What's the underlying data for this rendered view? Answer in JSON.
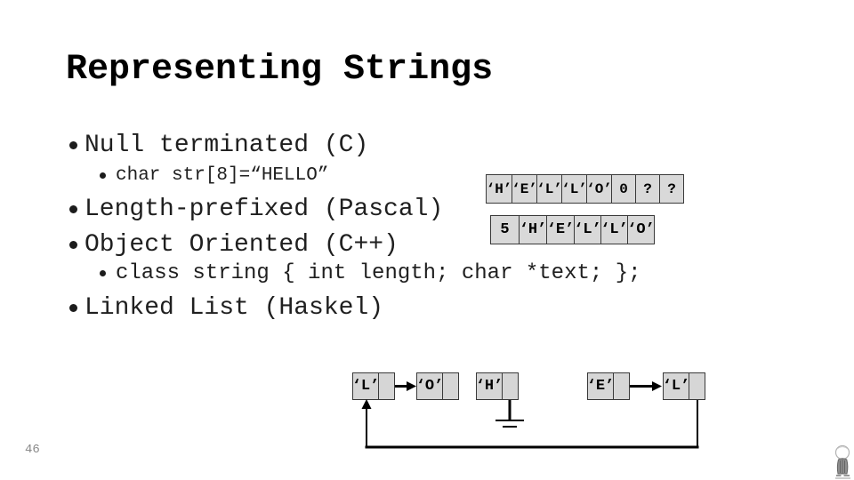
{
  "slide": {
    "title": "Representing Strings",
    "page_number": "46",
    "bullets": [
      {
        "level": 1,
        "text": "Null terminated (C)"
      },
      {
        "level": 2,
        "text": "char str[8]=“HELLO”"
      },
      {
        "level": 1,
        "text": "Length-prefixed (Pascal)"
      },
      {
        "level": 1,
        "text": "Object Oriented (C++)"
      },
      {
        "level": 2,
        "text": "class string { int length; char *text; }; "
      },
      {
        "level": 1,
        "text": "Linked List (Haskel)"
      }
    ]
  },
  "arrays": {
    "null_terminated": {
      "cells": [
        "‘H’",
        "‘E’",
        "‘L’",
        "‘L’",
        "‘O’",
        "0",
        "?",
        "?"
      ]
    },
    "length_prefixed": {
      "cells": [
        "5",
        "‘H’",
        "‘E’",
        "‘L’",
        "‘L’",
        "‘O’"
      ]
    }
  },
  "linked_list": {
    "nodes": [
      {
        "value": "‘L’"
      },
      {
        "value": "‘O’"
      },
      {
        "value": "‘H’"
      },
      {
        "value": "‘E’"
      },
      {
        "value": "‘L’"
      }
    ]
  },
  "colors": {
    "cell_fill": "#d9d9d9",
    "cell_border": "#3a3a3a",
    "text": "#1f1f1f",
    "line_black": "#000000",
    "page_number_gray": "#8a8a8a"
  }
}
